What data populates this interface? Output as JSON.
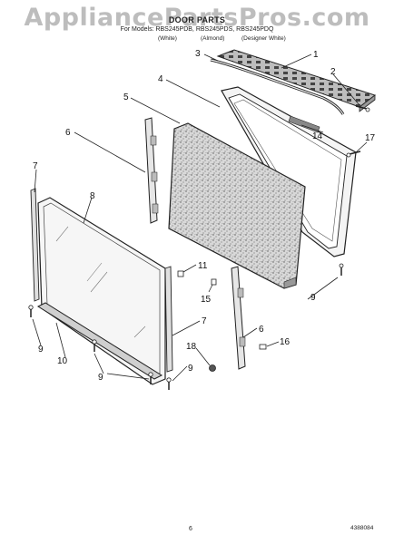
{
  "header": {
    "watermark": "AppliancePartsPros.com",
    "title": "DOOR PARTS",
    "models": "For Models: RBS245PDB, RBS245PDS, RBS245PDQ",
    "colors": [
      "(White)",
      "(Almond)",
      "(Designer White)"
    ]
  },
  "callouts": [
    "1",
    "2",
    "3",
    "4",
    "5",
    "6",
    "7",
    "8",
    "9",
    "9",
    "9",
    "9",
    "9",
    "10",
    "11",
    "14",
    "15",
    "16",
    "17",
    "18",
    "7",
    "6"
  ],
  "footer": {
    "page": "6",
    "document": "4388084"
  }
}
